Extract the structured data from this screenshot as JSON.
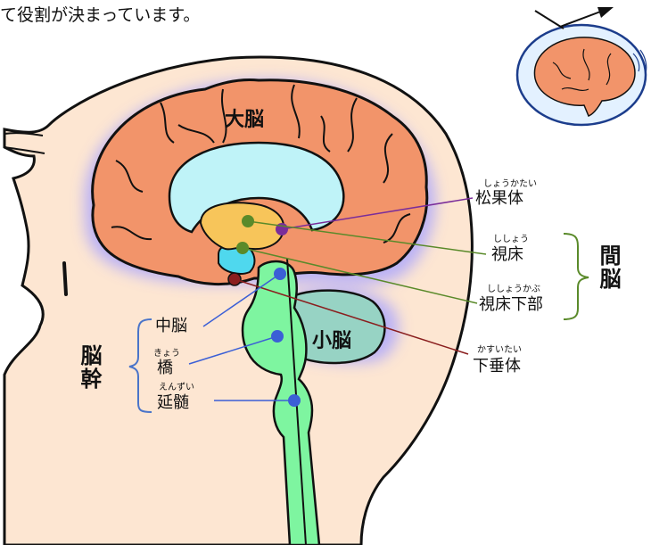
{
  "header": {
    "text": "て役割が決まっています。"
  },
  "labels": {
    "cerebrum": "大脳",
    "cerebellum": "小脳",
    "midbrain": "中脳",
    "pons": "橋",
    "pons_reading": "きょう",
    "medulla": "延髄",
    "medulla_reading": "えんずい",
    "pineal": "松果体",
    "pineal_reading": "しょうかたい",
    "thalamus": "視床",
    "thalamus_reading": "ししょう",
    "hypothalamus": "視床下部",
    "hypothalamus_reading": "ししょうかぶ",
    "pituitary": "下垂体",
    "pituitary_reading": "かすいたい",
    "brainstem": "脳幹",
    "diencephalon": "間脳"
  },
  "colors": {
    "skin": "#fde6d2",
    "cerebrum": "#f2946a",
    "ventricle": "#bff3f8",
    "thalamus": "#f7c55a",
    "cerebellum": "#97d3c4",
    "brainstem": "#7ef5a0",
    "glow": "#a9a4ff",
    "dot_blue": "#3b5fd6",
    "dot_green": "#5a8a2a",
    "dot_purple": "#7a2d9a",
    "dot_red": "#8a1e1e",
    "bracket_green": "#5a8a2a",
    "bracket_blue": "#4a74c9"
  },
  "icons": {
    "thumbnail": "brain-thumbnail-icon",
    "arrow": "arrow-icon"
  }
}
